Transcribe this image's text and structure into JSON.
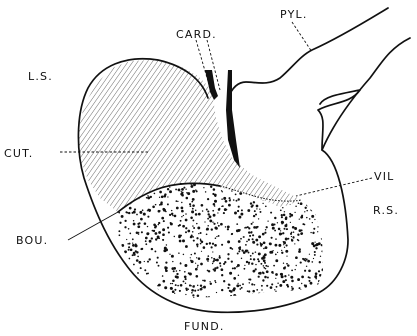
{
  "figure": {
    "labels": {
      "cardia": "CARD.",
      "pylorus": "PYL.",
      "left_sac": "L.S.",
      "cuticle": "CUT.",
      "villi": "VIL",
      "right_sac": "R.S.",
      "bourrelet": "BOU.",
      "fundus": "FUND."
    }
  }
}
